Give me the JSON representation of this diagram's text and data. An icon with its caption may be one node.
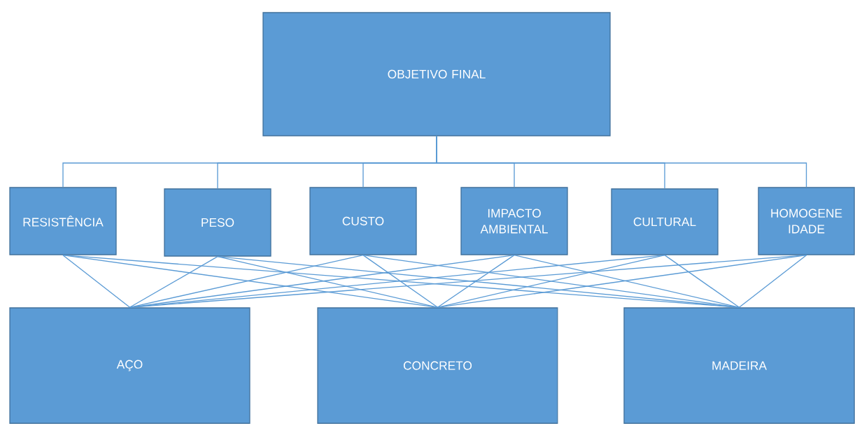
{
  "diagram": {
    "nodes": [
      {
        "text": [
          "OBJETIVO FINAL"
        ]
      },
      {
        "text": [
          "RESISTÊNCIA"
        ]
      },
      {
        "text": [
          "PESO"
        ]
      },
      {
        "text": [
          "CUSTO"
        ]
      },
      {
        "text": [
          "IMPACTO AMBIENTAL"
        ]
      },
      {
        "text": [
          "CULTURAL"
        ]
      },
      {
        "text": [
          "HOMOGENE IDADE"
        ]
      },
      {
        "text": [
          "AÇO"
        ]
      },
      {
        "text": [
          "CONCRETO"
        ]
      },
      {
        "text": [
          "MADEIRA"
        ]
      }
    ],
    "edges": [
      {
        "from": 0,
        "to": 1,
        "arrow": "none"
      },
      {
        "from": 0,
        "to": 2,
        "arrow": "none"
      },
      {
        "from": 0,
        "to": 3,
        "arrow": "none"
      },
      {
        "from": 0,
        "to": 4,
        "arrow": "none"
      },
      {
        "from": 0,
        "to": 5,
        "arrow": "none"
      },
      {
        "from": 0,
        "to": 6,
        "arrow": "none"
      },
      {
        "from": 1,
        "to": 7,
        "arrow": "none"
      },
      {
        "from": 1,
        "to": 8,
        "arrow": "none"
      },
      {
        "from": 1,
        "to": 9,
        "arrow": "none"
      },
      {
        "from": 2,
        "to": 7,
        "arrow": "none"
      },
      {
        "from": 2,
        "to": 8,
        "arrow": "none"
      },
      {
        "from": 2,
        "to": 9,
        "arrow": "none"
      },
      {
        "from": 3,
        "to": 7,
        "arrow": "none"
      },
      {
        "from": 3,
        "to": 8,
        "arrow": "none"
      },
      {
        "from": 3,
        "to": 9,
        "arrow": "none"
      },
      {
        "from": 4,
        "to": 7,
        "arrow": "none"
      },
      {
        "from": 4,
        "to": 8,
        "arrow": "none"
      },
      {
        "from": 4,
        "to": 9,
        "arrow": "none"
      },
      {
        "from": 5,
        "to": 7,
        "arrow": "none"
      },
      {
        "from": 5,
        "to": 8,
        "arrow": "none"
      },
      {
        "from": 5,
        "to": 9,
        "arrow": "none"
      },
      {
        "from": 6,
        "to": 7,
        "arrow": "none"
      },
      {
        "from": 6,
        "to": 8,
        "arrow": "none"
      },
      {
        "from": 6,
        "to": 9,
        "arrow": "none"
      }
    ]
  }
}
